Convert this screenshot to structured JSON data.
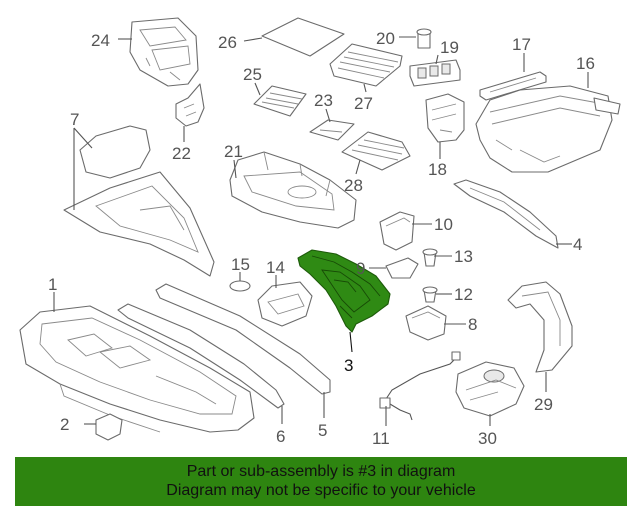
{
  "diagram": {
    "highlighted_part": "3",
    "callouts": [
      "1",
      "2",
      "3",
      "4",
      "5",
      "6",
      "7",
      "8",
      "9",
      "10",
      "11",
      "12",
      "13",
      "14",
      "15",
      "16",
      "17",
      "18",
      "19",
      "20",
      "21",
      "22",
      "23",
      "24",
      "25",
      "26",
      "27",
      "28",
      "29",
      "30"
    ]
  },
  "banner": {
    "line1": "Part or sub-assembly is #3 in diagram",
    "line2": "Diagram may not be specific to your vehicle"
  },
  "colors": {
    "highlight": "#2f8a14",
    "banner_background": "#2e8510",
    "line_art": "#6b6b6b"
  }
}
